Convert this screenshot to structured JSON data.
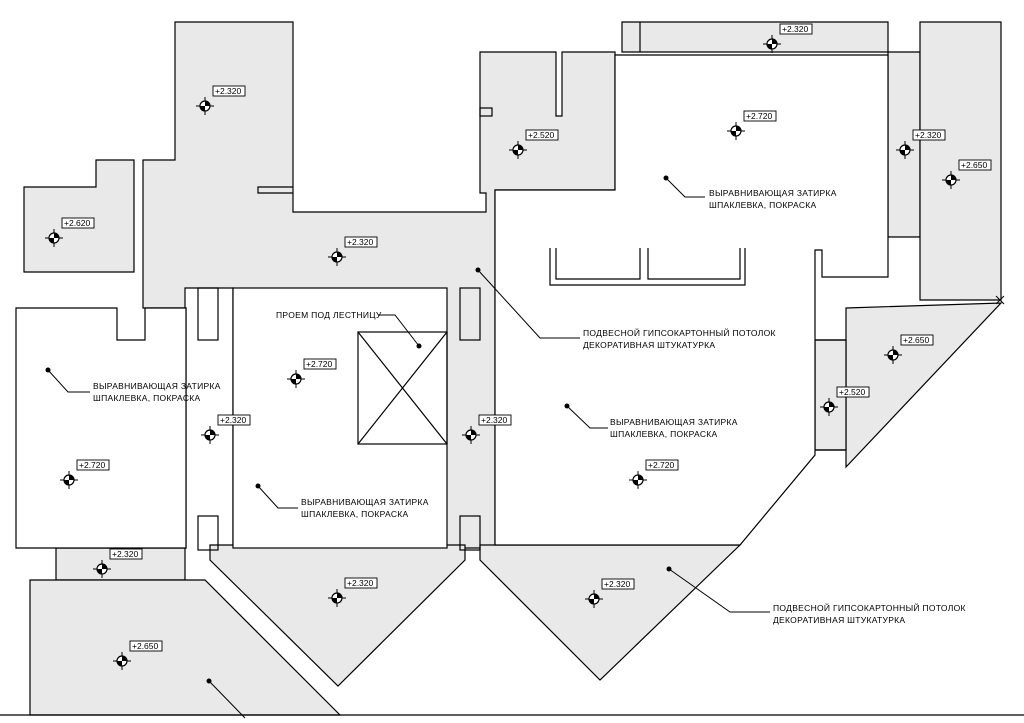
{
  "drawing": {
    "level_marks": [
      {
        "id": "lvl-top-left",
        "label": "+2.320"
      },
      {
        "id": "lvl-far-left",
        "label": "+2.620"
      },
      {
        "id": "lvl-center-top",
        "label": "+2.320"
      },
      {
        "id": "lvl-room-2520",
        "label": "+2.520"
      },
      {
        "id": "lvl-top-strip",
        "label": "+2.320"
      },
      {
        "id": "lvl-right-big",
        "label": "+2.720"
      },
      {
        "id": "lvl-right-strip",
        "label": "+2.320"
      },
      {
        "id": "lvl-far-right",
        "label": "+2.650"
      },
      {
        "id": "lvl-stair-room",
        "label": "+2.720"
      },
      {
        "id": "lvl-left-corridor",
        "label": "+2.320"
      },
      {
        "id": "lvl-center-corridor",
        "label": "+2.320"
      },
      {
        "id": "lvl-left-room",
        "label": "+2.720"
      },
      {
        "id": "lvl-right-hall",
        "label": "+2.720"
      },
      {
        "id": "lvl-triangle",
        "label": "+2.650"
      },
      {
        "id": "lvl-triangle-edge",
        "label": "+2.520"
      },
      {
        "id": "lvl-bottom-left-strip",
        "label": "+2.320"
      },
      {
        "id": "lvl-bottom-left",
        "label": "+2.650"
      },
      {
        "id": "lvl-bottom-center",
        "label": "+2.320"
      },
      {
        "id": "lvl-bottom-right",
        "label": "+2.320"
      }
    ],
    "notes": {
      "leveling_line1": "ВЫРАВНИВАЮЩАЯ ЗАТИРКА",
      "leveling_line2": "ШПАКЛЕВКА, ПОКРАСКА",
      "suspended_line1": "ПОДВЕСНОЙ ГИПСОКАРТОННЫЙ ПОТОЛОК",
      "suspended_line2": "ДЕКОРАТИВНАЯ ШТУКАТУРКА",
      "stair_opening": "ПРОЕМ ПОД ЛЕСТНИЦУ"
    },
    "colors": {
      "ceiling_fill": "#e9e9e9",
      "line": "#000000",
      "background": "#ffffff"
    }
  }
}
